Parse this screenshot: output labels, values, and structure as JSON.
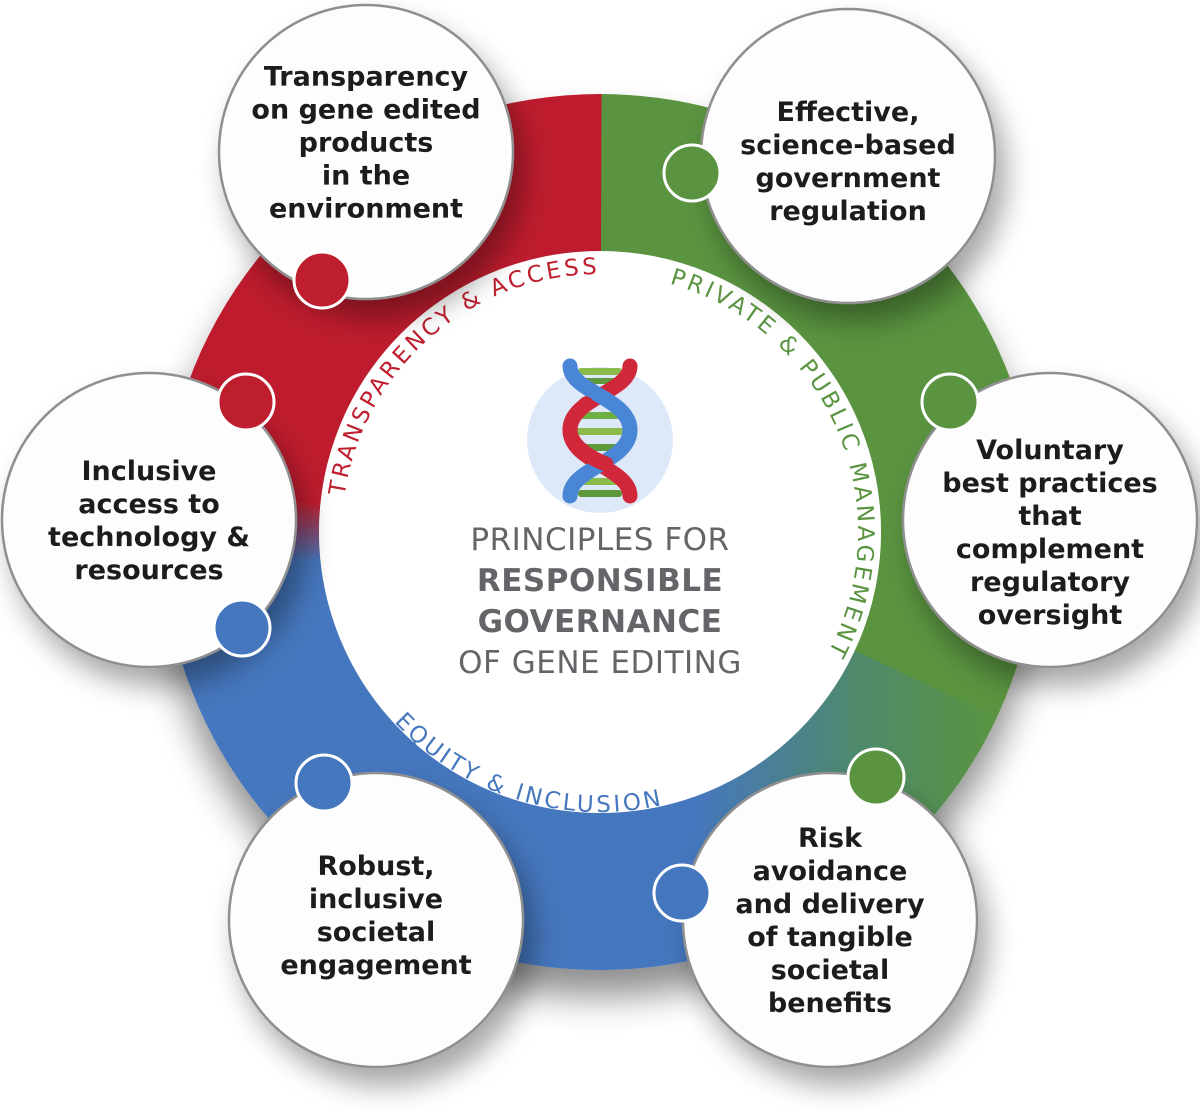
{
  "colors": {
    "red": "#be1e2d",
    "green": "#5a9441",
    "blue": "#4577be",
    "title_gray": "#646568",
    "icon_bg": "#dde9f8"
  },
  "center": {
    "icon": "dna-helix-icon",
    "title_lines": [
      {
        "text": "PRINCIPLES FOR",
        "weight": "light"
      },
      {
        "text": "RESPONSIBLE",
        "weight": "bold"
      },
      {
        "text": "GOVERNANCE",
        "weight": "bold"
      },
      {
        "text": "OF GENE EDITING",
        "weight": "light"
      }
    ]
  },
  "categories": [
    {
      "id": "transparency-access",
      "label": "TRANSPARENCY & ACCESS",
      "color": "red"
    },
    {
      "id": "private-public-management",
      "label": "PRIVATE & PUBLIC MANAGEMENT",
      "color": "green"
    },
    {
      "id": "equity-inclusion",
      "label": "EQUITY & INCLUSION",
      "color": "blue"
    }
  ],
  "principles": [
    {
      "id": "transparency",
      "category": "transparency-access",
      "dot_color": "red",
      "lines": [
        "Transparency",
        "on gene edited",
        "products",
        "in the",
        "environment"
      ]
    },
    {
      "id": "effective-regulation",
      "category": "private-public-management",
      "dot_color": "green",
      "lines": [
        "Effective,",
        "science-based",
        "government",
        "regulation"
      ]
    },
    {
      "id": "voluntary-best-practices",
      "category": "private-public-management",
      "dot_color": "green",
      "lines": [
        "Voluntary",
        "best practices",
        "that",
        "complement",
        "regulatory",
        "oversight"
      ]
    },
    {
      "id": "risk-avoidance",
      "category": "private-public-management",
      "dot_color": "green",
      "second_dot_color": "blue",
      "lines": [
        "Risk",
        "avoidance",
        "and delivery",
        "of tangible",
        "societal",
        "benefits"
      ]
    },
    {
      "id": "societal-engagement",
      "category": "equity-inclusion",
      "dot_color": "blue",
      "lines": [
        "Robust,",
        "inclusive",
        "societal",
        "engagement"
      ]
    },
    {
      "id": "inclusive-access",
      "category": "transparency-access",
      "dot_color": "red",
      "second_dot_color": "blue",
      "lines": [
        "Inclusive",
        "access to",
        "technology &",
        "resources"
      ]
    }
  ]
}
